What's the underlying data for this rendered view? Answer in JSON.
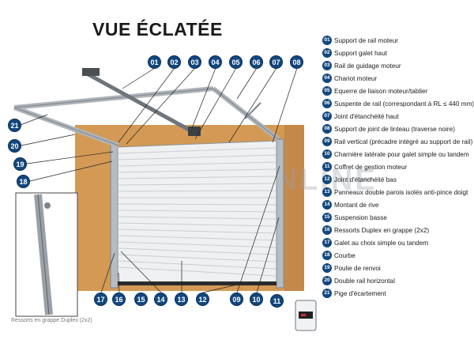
{
  "title": "VUE ÉCLATÉE",
  "watermark": "USINEONLINE",
  "inset_caption": "Ressorts en grappe Duplex (2x2)",
  "colors": {
    "badge": "#12477f",
    "wall": "#d49a55",
    "door": "#e6e9ec",
    "rail": "#aeb4ba"
  },
  "callouts_top": [
    "01",
    "02",
    "03",
    "04",
    "05",
    "06",
    "07",
    "08"
  ],
  "callouts_left": [
    "21",
    "20",
    "19",
    "18"
  ],
  "callouts_bottom": [
    "17",
    "16",
    "15",
    "14",
    "13",
    "12",
    "09",
    "10",
    "11"
  ],
  "legend": [
    {
      "num": "01",
      "label": "Support de rail moteur"
    },
    {
      "num": "02",
      "label": "Support galet haut"
    },
    {
      "num": "03",
      "label": "Rail de guidage moteur"
    },
    {
      "num": "04",
      "label": "Chariot moteur"
    },
    {
      "num": "05",
      "label": "Equerre de liaison moteur/tablier"
    },
    {
      "num": "06",
      "label": "Suspente de rail (correspondant à RL ≤ 440 mm)"
    },
    {
      "num": "07",
      "label": "Joint d'étanchéité haut"
    },
    {
      "num": "08",
      "label": "Support de joint de linteau (traverse noire)"
    },
    {
      "num": "09",
      "label": "Rail vertical (précadre intégré au support de rail)"
    },
    {
      "num": "10",
      "label": "Charnière latérale pour galet simple ou tandem"
    },
    {
      "num": "11",
      "label": "Coffret de gestion moteur"
    },
    {
      "num": "12",
      "label": "Joint d'étanchéité bas"
    },
    {
      "num": "13",
      "label": "Panneaux double parois isolés anti-pince doigt"
    },
    {
      "num": "14",
      "label": "Montant de rive"
    },
    {
      "num": "15",
      "label": "Suspension basse"
    },
    {
      "num": "16",
      "label": "Ressorts Duplex en grappe (2x2)"
    },
    {
      "num": "17",
      "label": "Galet au choix simple ou tandem"
    },
    {
      "num": "18",
      "label": "Courbe"
    },
    {
      "num": "19",
      "label": "Poulie de renvoi"
    },
    {
      "num": "20",
      "label": "Double rail horizontal"
    },
    {
      "num": "21",
      "label": "Pige d'écartement"
    }
  ]
}
